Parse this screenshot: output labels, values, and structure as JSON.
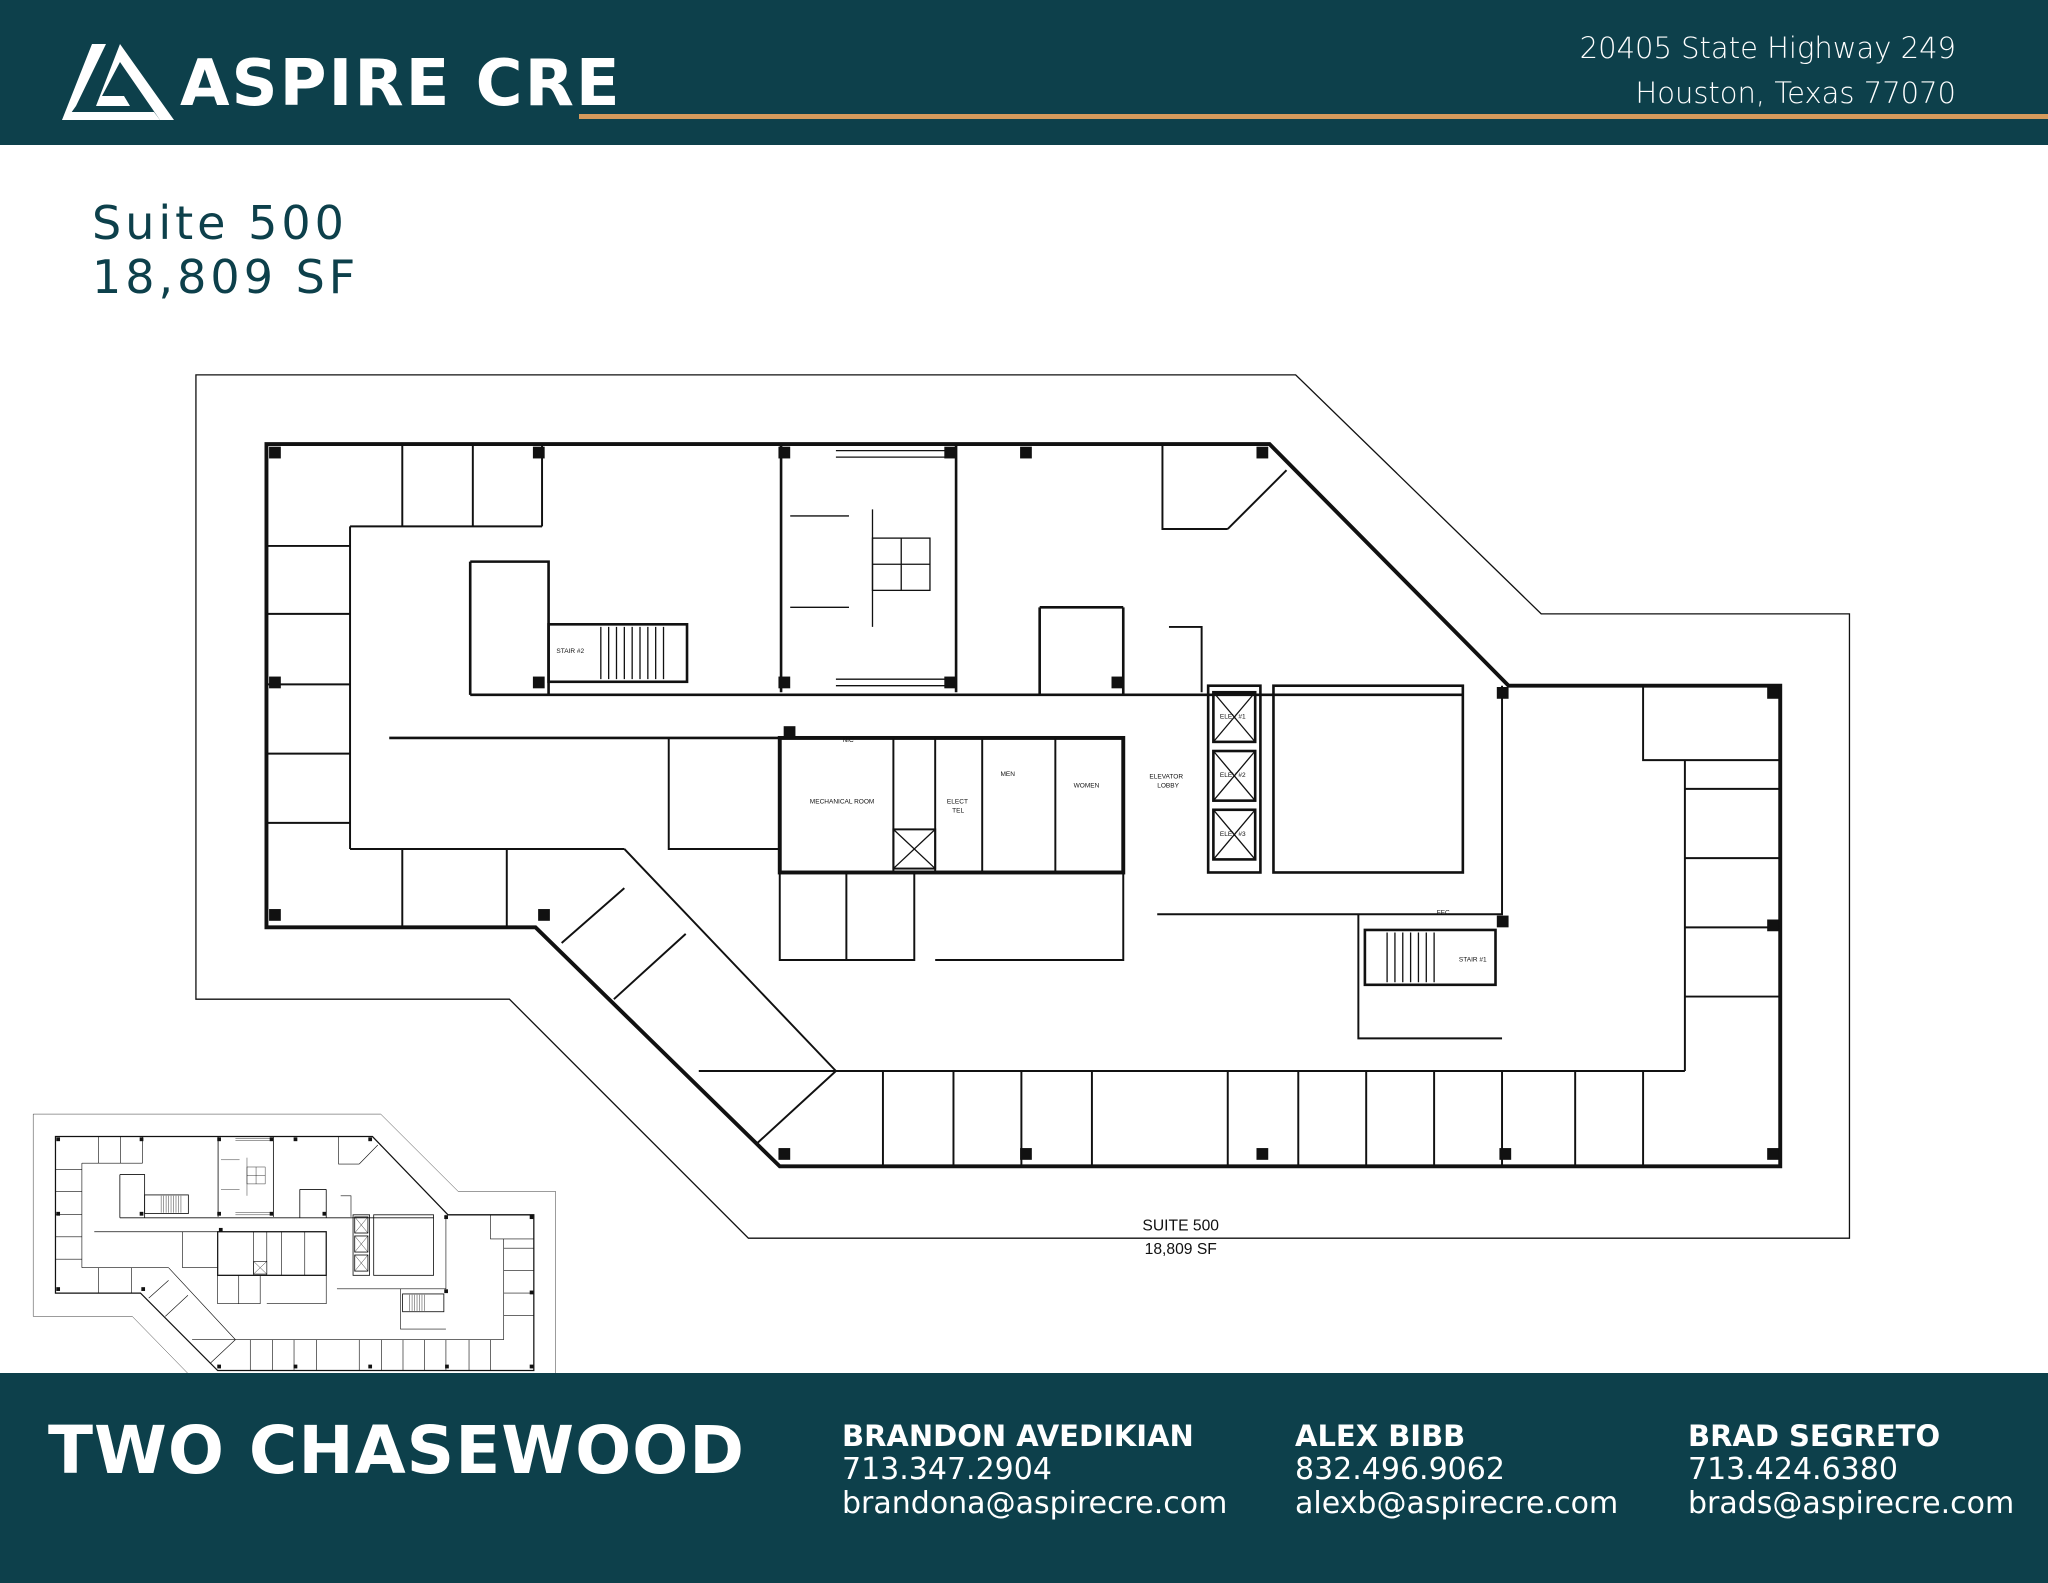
{
  "header": {
    "brand": "ASPIRE CRE",
    "address_line1": "20405 State Highway 249",
    "address_line2": "Houston, Texas 77070",
    "colors": {
      "background": "#0d404b",
      "accent": "#d59a5c"
    }
  },
  "suite": {
    "name": "Suite 500",
    "area": "18,809 SF"
  },
  "floor_plan": {
    "suite_label": "SUITE 500",
    "area_label": "18,809 SF",
    "rooms": {
      "mechanical": "MECHANICAL ROOM",
      "nic": "NIC",
      "elect": "ELECT",
      "tel": "TEL",
      "men": "MEN",
      "women": "WOMEN",
      "elevator_lobby_1": "ELEVATOR",
      "elevator_lobby_2": "LOBBY",
      "elev1": "ELEV #1",
      "elev2": "ELEV #2",
      "elev3": "ELEV #3",
      "stair1": "STAIR #1",
      "stair2": "STAIR #2",
      "fec": "FEC"
    }
  },
  "footer": {
    "property": "TWO CHASEWOOD",
    "contacts": [
      {
        "name": "BRANDON AVEDIKIAN",
        "phone": "713.347.2904",
        "email": "brandona@aspirecre.com"
      },
      {
        "name": "ALEX BIBB",
        "phone": "832.496.9062",
        "email": "alexb@aspirecre.com"
      },
      {
        "name": "BRAD SEGRETO",
        "phone": "713.424.6380",
        "email": "brads@aspirecre.com"
      }
    ]
  }
}
